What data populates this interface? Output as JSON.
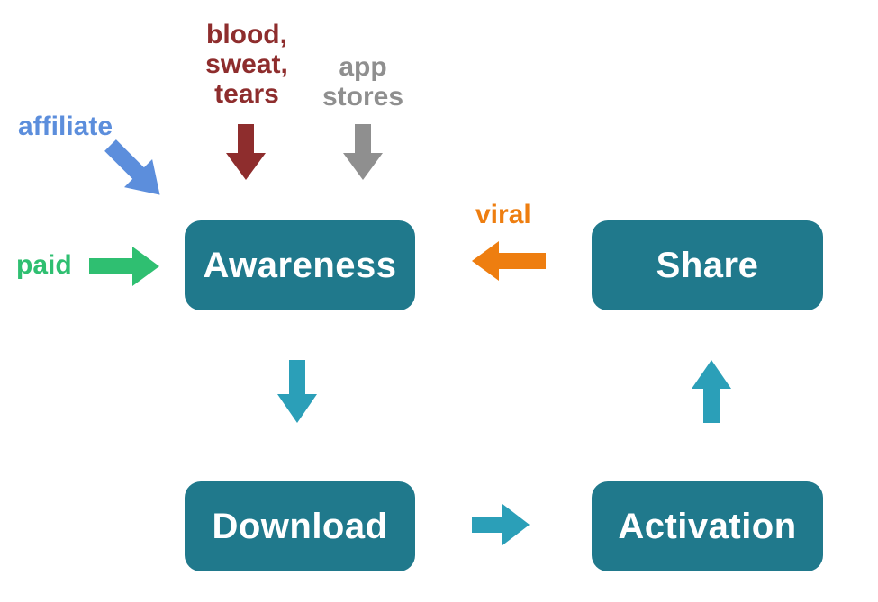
{
  "nodes": {
    "awareness": "Awareness",
    "share": "Share",
    "download": "Download",
    "activation": "Activation"
  },
  "labels": {
    "affiliate": "affiliate",
    "blood_sweat_tears": "blood,\nsweat,\ntears",
    "app_stores": "app\nstores",
    "paid": "paid",
    "viral": "viral"
  },
  "colors": {
    "node_fill": "#20798C",
    "node_text": "#FFFFFF",
    "flow_arrow_teal": "#2B9FB8",
    "affiliate_blue": "#5C8EDC",
    "blood_sweat_tears_red": "#8E2D2D",
    "app_stores_gray": "#8F8F8F",
    "paid_green": "#2FBF71",
    "viral_orange": "#EE7E10"
  }
}
